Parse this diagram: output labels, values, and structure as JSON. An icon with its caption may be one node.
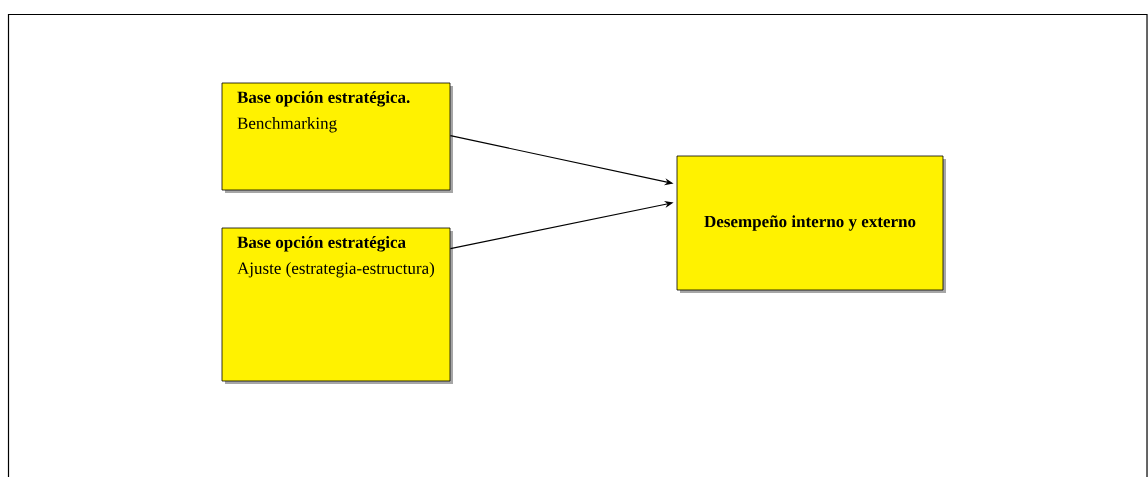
{
  "diagram": {
    "nodes": [
      {
        "text": [
          "Base opción estratégica.",
          "Benchmarking"
        ]
      },
      {
        "text": [
          "Base opción estratégica",
          "Ajuste (estrategia-estructura)"
        ]
      },
      {
        "text": [
          "Desempeño interno y externo"
        ]
      }
    ],
    "edges": [
      {
        "from": 0,
        "to": 2,
        "arrow": "to"
      },
      {
        "from": 1,
        "to": 2,
        "arrow": "to"
      }
    ]
  }
}
